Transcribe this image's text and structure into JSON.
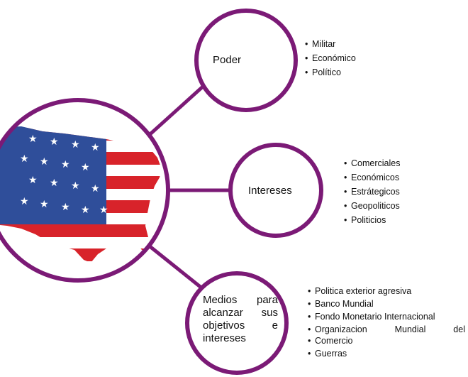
{
  "nodes": {
    "poder": {
      "label": "Poder",
      "items": [
        "Militar",
        "Económico",
        "Político"
      ]
    },
    "intereses": {
      "label": "Intereses",
      "items": [
        "Comerciales",
        "Económicos",
        "Estrátegicos",
        "Geopoliticos",
        "Politicios"
      ]
    },
    "medios": {
      "label_lines": [
        "Medios para",
        "alcanzar sus",
        "objetivos e",
        "intereses"
      ],
      "items": [
        "Politica exterior agresiva",
        "Banco Mundial",
        "Fondo Monetario Internacional",
        "Organizacion Mundial del",
        "Comercio",
        "Guerras"
      ]
    }
  },
  "colors": {
    "circle_stroke": "#7b1a76",
    "flag_red": "#d8232a",
    "flag_blue": "#2f4e9a",
    "flag_white": "#ffffff"
  },
  "icons": {
    "center_image": "usa-flag-map-icon"
  }
}
